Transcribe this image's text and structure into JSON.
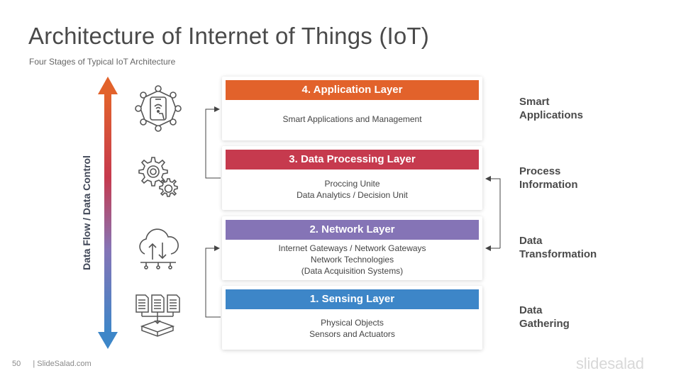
{
  "title": "Architecture of Internet of Things (IoT)",
  "subtitle": "Four Stages of Typical IoT Architecture",
  "axis_label": "Data Flow / Data Control",
  "layers": [
    {
      "title": "4. Application Layer",
      "color": "#e2622b",
      "lines": [
        "Smart Applications  and Management"
      ]
    },
    {
      "title": "3. Data Processing  Layer",
      "color": "#c63a4e",
      "lines": [
        "Proccing Unite",
        "Data Analytics  / Decision Unit"
      ]
    },
    {
      "title": "2. Network Layer",
      "color": "#8574b6",
      "lines": [
        "Internet Gateways / Network Gateways",
        "Network Technologies",
        "(Data Acquisition  Systems)"
      ]
    },
    {
      "title": "1. Sensing Layer",
      "color": "#3d86c8",
      "lines": [
        "Physical Objects",
        "Sensors and Actuators"
      ]
    }
  ],
  "side_labels": [
    {
      "line1": "Smart",
      "line2": "Applications"
    },
    {
      "line1": "Process",
      "line2": "Information"
    },
    {
      "line1": "Data",
      "line2": "Transformation"
    },
    {
      "line1": "Data",
      "line2": "Gathering"
    }
  ],
  "icons": [
    "smartphone-network-icon",
    "gears-icon",
    "cloud-transfer-icon",
    "documents-server-icon"
  ],
  "footer": {
    "page_number": "50",
    "source": "| SlideSalad.com"
  },
  "brand": "slidesalad",
  "colors": {
    "arrow_top": "#e2622b",
    "arrow_mid": "#c63a4e",
    "arrow_low": "#8574b6",
    "arrow_bottom": "#3d86c8",
    "icon_stroke": "#555555"
  }
}
